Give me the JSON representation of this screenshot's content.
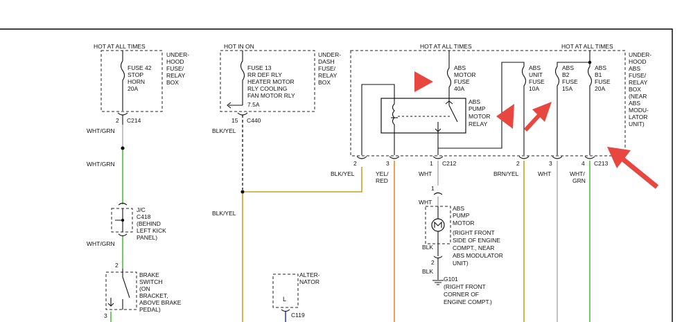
{
  "headers": {
    "hot_at_all_times_1": "HOT AT ALL TIMES",
    "hot_in_on": "HOT IN ON",
    "hot_at_all_times_2": "HOT AT ALL TIMES",
    "hot_at_all_times_3": "HOT AT ALL TIMES"
  },
  "boxes": {
    "underhood": [
      "UNDER-",
      "HOOD",
      "FUSE/",
      "RELAY",
      "BOX"
    ],
    "underdash": [
      "UNDER-",
      "DASH",
      "FUSE/",
      "RELAY",
      "BOX"
    ],
    "abs_box": [
      "UNDER-",
      "HOOD",
      "ABS",
      "FUSE/",
      "RELAY",
      "BOX",
      "(NEAR",
      "ABS",
      "MODU-",
      "LATOR",
      "UNIT)"
    ]
  },
  "fuses": {
    "fuse42": [
      "FUSE 42",
      "STOP",
      "HORN",
      "20A"
    ],
    "fuse13": [
      "FUSE 13",
      "RR DEF RLY",
      "HEATER MOTOR",
      "RLY COOLING",
      "FAN MOTOR RLY",
      "7.5A"
    ],
    "abs_motor": [
      "ABS",
      "MOTOR",
      "FUSE",
      "40A"
    ],
    "abs_unit": [
      "ABS",
      "UNIT",
      "FUSE",
      "10A"
    ],
    "abs_b2": [
      "ABS",
      "B2",
      "FUSE",
      "15A"
    ],
    "abs_b1": [
      "ABS",
      "B1",
      "FUSE",
      "20A"
    ]
  },
  "relay": [
    "ABS",
    "PUMP",
    "MOTOR",
    "RELAY"
  ],
  "pump_motor": [
    "ABS",
    "PUMP",
    "MOTOR",
    "(RIGHT FRONT",
    "SIDE OF ENGINE",
    "COMPT., NEAR",
    "ABS MODULATOR",
    "UNIT)"
  ],
  "ground": [
    "G101",
    "(RIGHT FRONT",
    "CORNER OF",
    "ENGINE COMPT.)"
  ],
  "junction": [
    "J/C",
    "C418",
    "(BEHIND",
    "LEFT KICK",
    "PANEL)"
  ],
  "brake_switch": [
    "BRAKE",
    "SWITCH",
    "(ON",
    "BRACKET,",
    "ABOVE BRAKE",
    "PEDAL)"
  ],
  "alternator": [
    "ALTER-",
    "NATOR"
  ],
  "alternator_letter": "L",
  "connectors": {
    "c214": "C214",
    "c440": "C440",
    "c212": "C212",
    "c213": "C213",
    "c119": "C119"
  },
  "pins": {
    "p2_c214": "2",
    "p15_c440": "15",
    "p2_c212": "2",
    "p3_c212": "3",
    "p1_c212": "1",
    "p2_c213": "2",
    "p3_c213": "3",
    "p4_c213": "4",
    "p1_motor": "1",
    "p2_motor": "2",
    "p2_brake": "2",
    "p3_brake": "3"
  },
  "wires": {
    "wht_grn_1": "WHT/GRN",
    "wht_grn_2": "WHT/GRN",
    "wht_grn_3": "WHT/GRN",
    "blk_yel_1": "BLK/YEL",
    "blk_yel_2": "BLK/YEL",
    "blk_yel_3": "BLK/YEL",
    "yel_red": [
      "YEL/",
      "RED"
    ],
    "wht_1": "WHT",
    "wht_2": "WHT",
    "brn_yel": "BRN/YEL",
    "wht_3": "WHT",
    "wht_grn_4": [
      "WHT/",
      "GRN"
    ],
    "blk_1": "BLK",
    "blk_2": "BLK"
  },
  "colors": {
    "green_wire": "#4cc23a",
    "orange_wire": "#e5892a",
    "yellow_wire": "#c9a21e",
    "gray_wire": "#b4b4b4",
    "blue_wire": "#2f3fd0",
    "arrow": "#e8473f"
  }
}
